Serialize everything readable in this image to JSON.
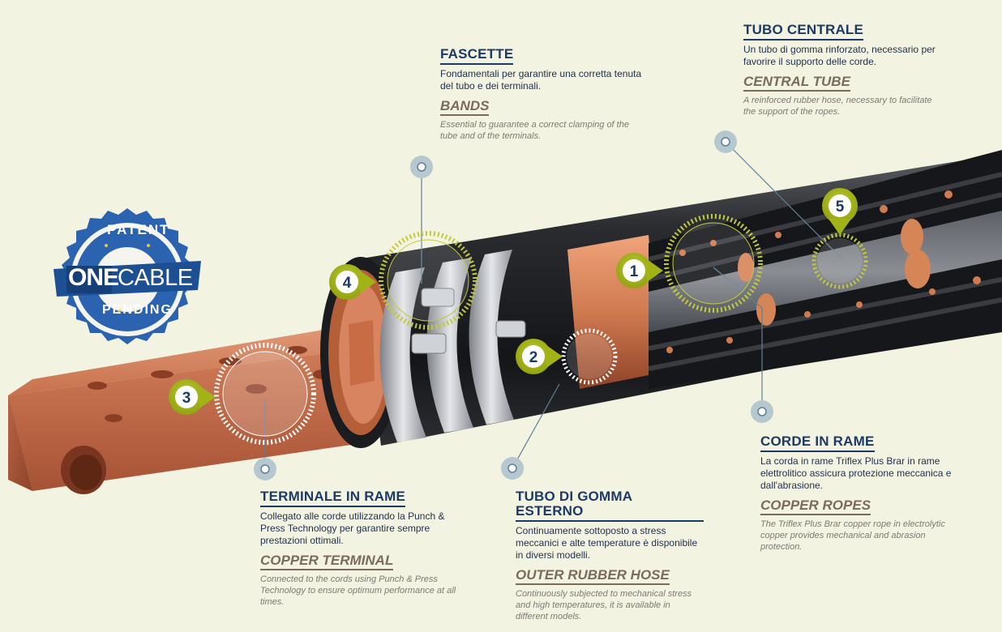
{
  "badge": {
    "top_text": "PATENT",
    "bottom_text": "PENDING",
    "brand_one": "ONE",
    "brand_cable": "CABLE"
  },
  "markers": [
    "1",
    "2",
    "3",
    "4",
    "5"
  ],
  "callouts": {
    "bands": {
      "it_title": "FASCETTE",
      "it_text": "Fondamentali per garantire una corretta tenuta del tubo e dei terminali.",
      "en_title": "BANDS",
      "en_text": "Essential to guarantee a correct clamping of the tube and of the terminals."
    },
    "central_tube": {
      "it_title": "TUBO CENTRALE",
      "it_text": "Un tubo di gomma rinforzato, necessario per favorire il supporto delle corde.",
      "en_title": "CENTRAL TUBE",
      "en_text": "A reinforced rubber hose, necessary to facilitate the support of the ropes."
    },
    "copper_ropes": {
      "it_title": "CORDE IN RAME",
      "it_text": "La corda in rame Triflex Plus Brar in rame elettrolitico assicura protezione meccanica e dall'abrasione.",
      "en_title": "COPPER ROPES",
      "en_text": "The Triflex Plus Brar copper rope in electrolytic copper provides mechanical and abrasion protection."
    },
    "copper_terminal": {
      "it_title": "TERMINALE IN RAME",
      "it_text": "Collegato alle corde utilizzando la Punch & Press Technology per garantire sempre prestazioni ottimali.",
      "en_title": "COPPER TERMINAL",
      "en_text": "Connected to the cords using Punch & Press Technology to ensure optimum performance at all times."
    },
    "outer_hose": {
      "it_title": "TUBO DI GOMMA ESTERNO",
      "it_text": "Continuamente sottoposto a stress meccanici e alte temperature è disponibile in diversi modelli.",
      "en_title": "OUTER RUBBER HOSE",
      "en_text": "Continuously subjected to mechanical stress and high temperatures, it is available in different models."
    }
  },
  "colors": {
    "background": "#f3f3e1",
    "title_blue": "#1c3a66",
    "title_brown": "#7a6b5c",
    "marker_green": "#a2b318",
    "copper": "#c9714a",
    "badge_blue": "#2b63b0"
  }
}
